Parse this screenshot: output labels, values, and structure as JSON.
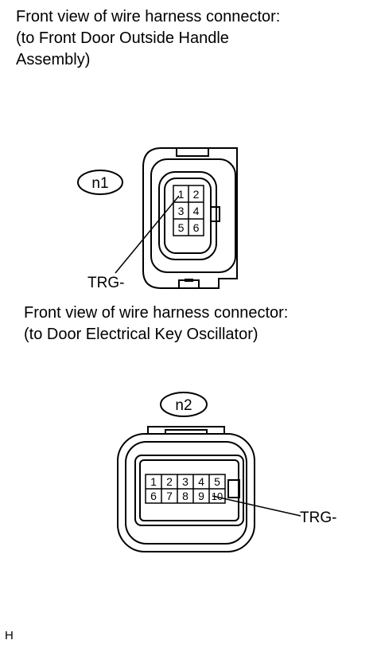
{
  "captions": {
    "first": "Front view of wire harness connector:\n(to Front Door Outside Handle\nAssembly)",
    "second": "Front view of wire harness connector:\n(to Door Electrical Key Oscillator)"
  },
  "connector_n1": {
    "id_label": "n1",
    "pins": [
      "1",
      "2",
      "3",
      "4",
      "5",
      "6"
    ],
    "callout_label": "TRG-"
  },
  "connector_n2": {
    "id_label": "n2",
    "pins_top": [
      "1",
      "2",
      "3",
      "4",
      "5"
    ],
    "pins_bottom": [
      "6",
      "7",
      "8",
      "9",
      "10"
    ],
    "callout_label": "TRG-"
  },
  "footer": {
    "code": "H"
  }
}
